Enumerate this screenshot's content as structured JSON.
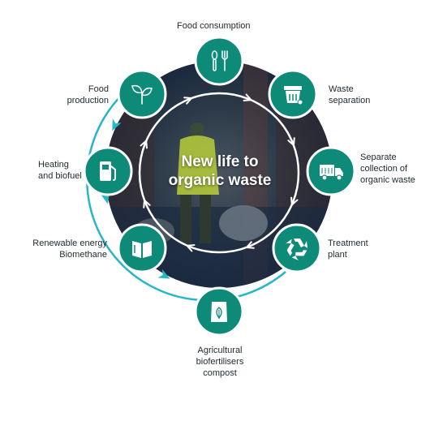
{
  "center": {
    "title": "New life to\norganic waste"
  },
  "steps": [
    {
      "id": "food-consumption",
      "label": "Food consumption",
      "icon": "cutlery-icon"
    },
    {
      "id": "waste-separation",
      "label": "Waste\nseparation",
      "icon": "waste-bin-icon"
    },
    {
      "id": "separate-collection",
      "label": "Separate\ncollection of\norganic waste",
      "icon": "garbage-truck-icon"
    },
    {
      "id": "treatment-plant",
      "label": "Treatment\nplant",
      "icon": "recycle-icon"
    },
    {
      "id": "agricultural-biofertilisers",
      "label": "Agricultural\nbiofertilisers\ncompost",
      "icon": "fertiliser-bag-icon"
    },
    {
      "id": "renewable-energy",
      "label": "Renewable energy\nBiomethane",
      "icon": "energy-book-icon"
    },
    {
      "id": "heating-biofuel",
      "label": "Heating\nand biofuel",
      "icon": "fuel-pump-icon"
    },
    {
      "id": "food-production",
      "label": "Food\nproduction",
      "icon": "sprout-icon"
    }
  ],
  "colors": {
    "node": "#0e8a79",
    "node_border": "#ffffff",
    "outer_arrow": "#27b6c8",
    "inner_arrow": "#ffffff",
    "photo_dark": "#1b2c3e"
  }
}
